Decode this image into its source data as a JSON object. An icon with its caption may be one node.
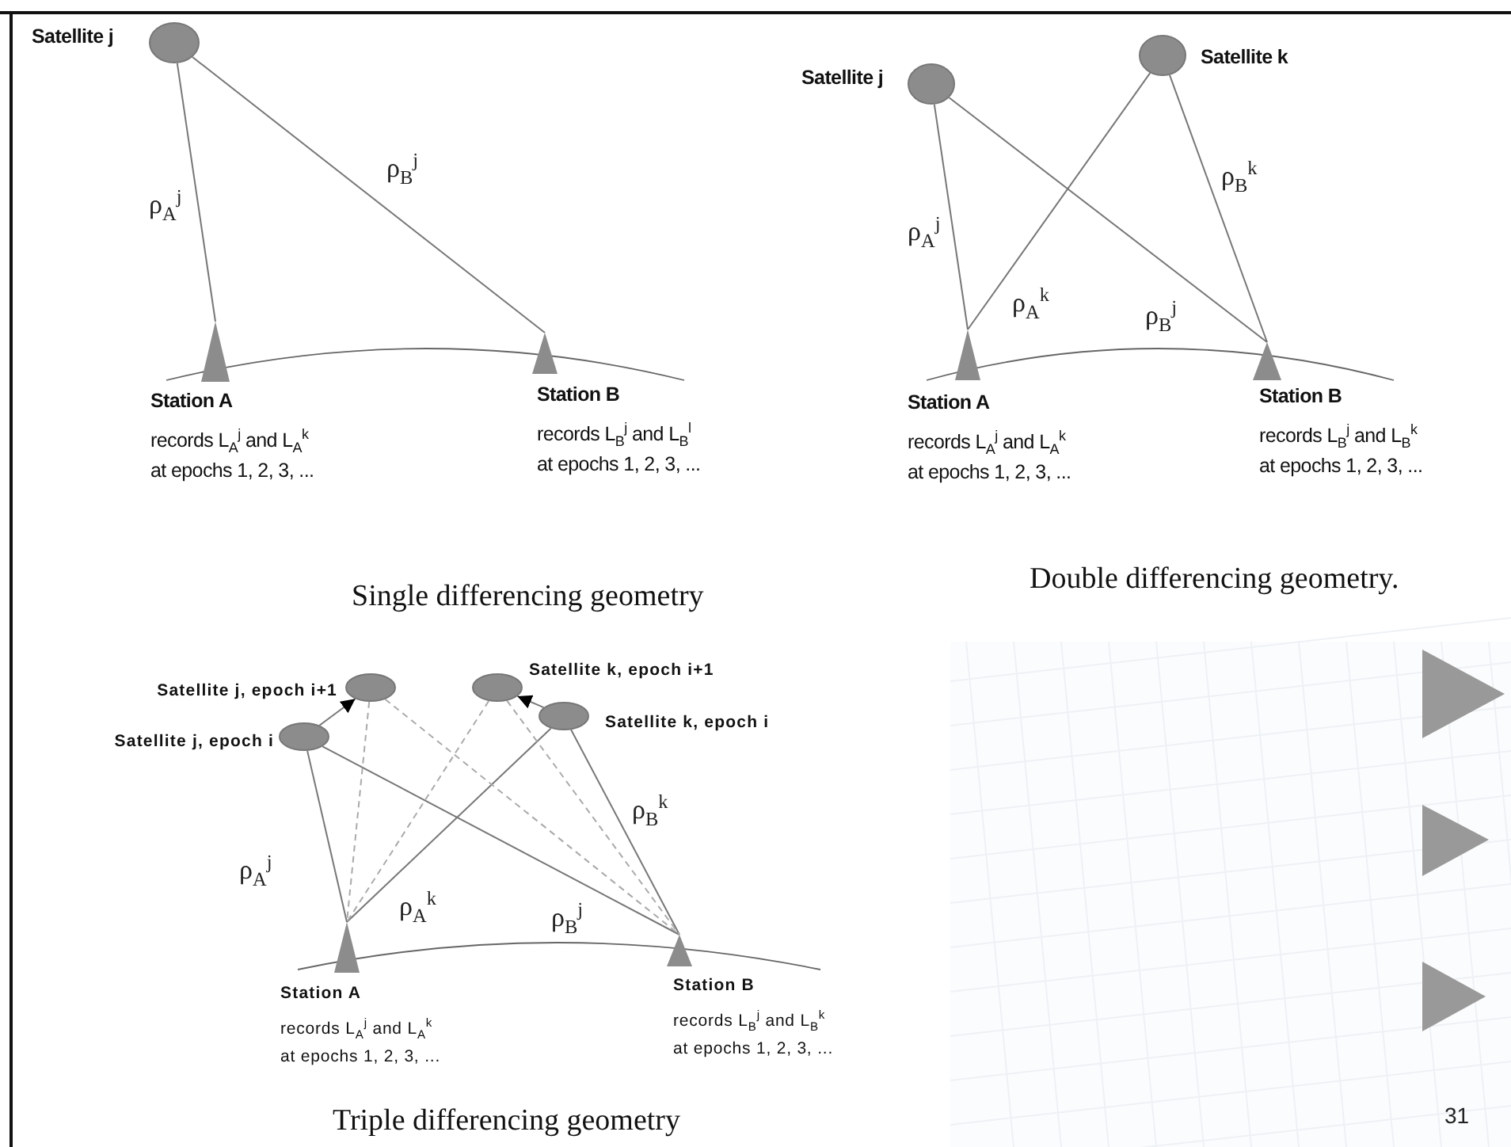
{
  "diagram": {
    "nodes": [
      {
        "text": [],
        "shape": "circle",
        "beside": [
          "Satellite j"
        ]
      },
      {
        "text": [],
        "shape": "triangle",
        "beside": [
          "Station A",
          "records L$_{A}$$^{j}$ and L$_{A}$$^{k}$ at epochs 1, 2, 3, ..."
        ]
      },
      {
        "text": [],
        "shape": "triangle",
        "beside": [
          "Station B",
          "records L$_{B}$$^{j}$ and L$_{B}$$^{l}$ at epochs 1, 2, 3, ..."
        ]
      },
      {
        "text": [],
        "shape": "circle",
        "beside": [
          "Satellite j"
        ]
      },
      {
        "text": [],
        "shape": "circle",
        "beside": [
          "Satellite k"
        ]
      },
      {
        "text": [],
        "shape": "triangle",
        "beside": [
          "Station A",
          "records L$_{A}$$^{j}$ and L$_{A}$$^{k}$ at epochs 1, 2, 3, ..."
        ]
      },
      {
        "text": [],
        "shape": "triangle",
        "beside": [
          "Station B",
          "records L$_{B}$$^{j}$ and L$_{B}$$^{k}$ at epochs 1, 2, 3, ..."
        ]
      },
      {
        "text": [],
        "shape": "circle",
        "beside": [
          "Satellite j, epoch i+1"
        ]
      },
      {
        "text": [],
        "shape": "circle",
        "beside": [
          "Satellite k, epoch i+1"
        ]
      },
      {
        "text": [],
        "shape": "circle",
        "beside": [
          "Satellite k, epoch i"
        ]
      },
      {
        "text": [],
        "shape": "circle",
        "beside": [
          "Satellite j, epoch i"
        ]
      },
      {
        "text": [],
        "shape": "triangle",
        "beside": [
          "Station A",
          "records L$_{A}$$^{j}$ and L$_{A}$$^{k}$ at epochs 1, 2, 3, ..."
        ]
      },
      {
        "text": [],
        "shape": "triangle",
        "beside": [
          "Station B",
          "records L$_{B}$$^{j}$ and L$_{B}$$^{k}$ at epochs 1, 2, 3, ..."
        ]
      }
    ],
    "edges": [
      {
        "from": 0,
        "to": 1,
        "arrow": "none",
        "label": "ρ$_{A}$$^{j}$"
      },
      {
        "from": 0,
        "to": 2,
        "arrow": "none",
        "label": "ρ$_{B}$$^{j}$"
      },
      {
        "from": 3,
        "to": 5,
        "arrow": "none",
        "label": "ρ$_{A}$$^{j}$"
      },
      {
        "from": 3,
        "to": 6,
        "arrow": "none",
        "label": "ρ$_{B}$$^{j}$"
      },
      {
        "from": 4,
        "to": 5,
        "arrow": "none",
        "label": "ρ$_{A}$$^{k}$"
      },
      {
        "from": 4,
        "to": 6,
        "arrow": "none",
        "label": "ρ$_{B}$$^{k}$"
      },
      {
        "from": 10,
        "to": 11,
        "arrow": "none",
        "label": "ρ$_{A}$$^{j}$"
      },
      {
        "from": 10,
        "to": 12,
        "arrow": "none",
        "label": "ρ$_{B}$$^{j}$"
      },
      {
        "from": 9,
        "to": 11,
        "arrow": "none",
        "label": "ρ$_{A}$$^{k}$"
      },
      {
        "from": 9,
        "to": 12,
        "arrow": "none",
        "label": "ρ$_{B}$$^{k}$"
      },
      {
        "from": 7,
        "to": 11,
        "arrow": "none",
        "style": "dashed"
      },
      {
        "from": 7,
        "to": 12,
        "arrow": "none",
        "style": "dashed"
      },
      {
        "from": 8,
        "to": 11,
        "arrow": "none",
        "style": "dashed"
      },
      {
        "from": 8,
        "to": 12,
        "arrow": "none",
        "style": "dashed"
      },
      {
        "from": 10,
        "to": 7,
        "arrow": "to"
      },
      {
        "from": 9,
        "to": 8,
        "arrow": "to"
      }
    ],
    "labels": [
      "Single differencing geometry",
      "Double differencing geometry.",
      "Triple differencing geometry",
      "31"
    ]
  }
}
